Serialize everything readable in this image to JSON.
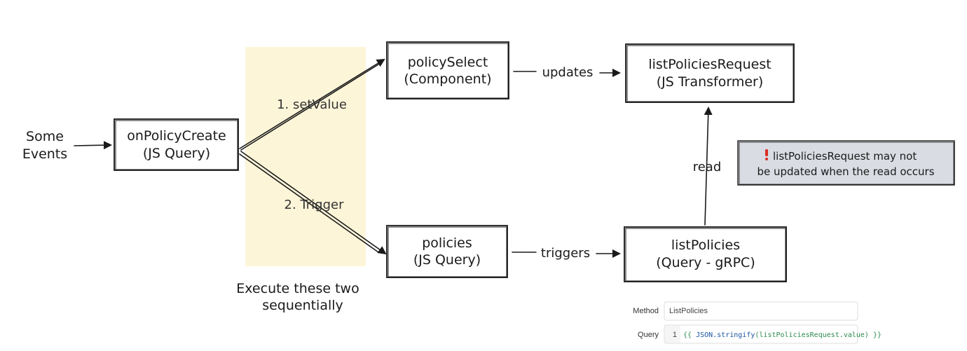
{
  "nodes": {
    "events": {
      "line1": "Some",
      "line2": "Events"
    },
    "on_policy_create": {
      "line1": "onPolicyCreate",
      "line2": "(JS Query)"
    },
    "policy_select": {
      "line1": "policySelect",
      "line2": "(Component)"
    },
    "policies": {
      "line1": "policies",
      "line2": "(JS Query)"
    },
    "list_policies_request": {
      "line1": "listPoliciesRequest",
      "line2": "(JS Transformer)"
    },
    "list_policies": {
      "line1": "listPolicies",
      "line2": "(Query - gRPC)"
    }
  },
  "edges": {
    "set_value": "1. setValue",
    "trigger": "2. Trigger",
    "updates": "updates",
    "triggers": "triggers",
    "read": "read"
  },
  "group_caption": {
    "line1": "Execute these two",
    "line2": "sequentially"
  },
  "note": {
    "icon": "exclamation-icon",
    "line1": "listPoliciesRequest may not",
    "line2": "be updated when the read occurs"
  },
  "query_panel": {
    "method_label": "Method",
    "method_value": "ListPolicies",
    "query_label": "Query",
    "line_number": "1",
    "code": {
      "open": "{{ ",
      "obj": "JSON",
      "dot": ".",
      "fn": "stringify",
      "paren_open": "(",
      "arg": "listPoliciesRequest.value",
      "paren_close": ")",
      "close": " }}"
    }
  },
  "colors": {
    "highlight": "#fdf5d8",
    "note_bg": "#d9dde3",
    "exclamation": "#d93025",
    "code_keyword": "#1a55a0",
    "code_green": "#2d8a4e"
  }
}
